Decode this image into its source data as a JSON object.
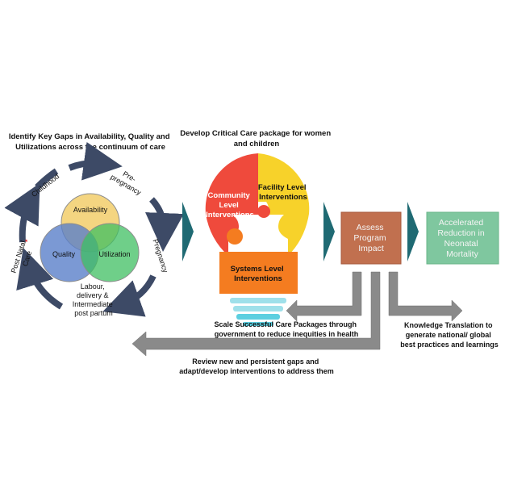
{
  "heading_gaps": [
    "Identify Key Gaps in Availability, Quality and",
    "Utilizations across the continuum of care"
  ],
  "heading_package": [
    "Develop Critical Care package for women",
    "and children"
  ],
  "cycle": {
    "childhood": "Childhood",
    "pre_pregnancy": [
      "Pre-",
      "pregnancy"
    ],
    "pregnancy": "Pregnancy",
    "labour": [
      "Labour,",
      "delivery &",
      "Intermediate",
      "post partum"
    ],
    "post_natal": [
      "Post Natal",
      "Care"
    ]
  },
  "venn": {
    "availability": "Availability",
    "quality": "Quality",
    "utilization": "Utilization"
  },
  "bulb": {
    "community": [
      "Community",
      "Level",
      "Interventions"
    ],
    "facility": [
      "Facility Level",
      "Interventions"
    ],
    "systems": [
      "Systems Level",
      "Interventions"
    ]
  },
  "assess_box": [
    "Assess",
    "Program",
    "Impact"
  ],
  "outcome_box": [
    "Accelerated",
    "Reduction in",
    "Neonatal",
    "Mortality"
  ],
  "scale_text": [
    "Scale Successful Care Packages through",
    "government to reduce inequities in health"
  ],
  "knowledge_text": [
    "Knowledge Translation to",
    "generate national/ global",
    "best practices and learnings"
  ],
  "review_text": [
    "Review new and persistent gaps and",
    "adapt/develop interventions to address them"
  ],
  "colors": {
    "cycle_arrow": "#3d4a66",
    "availability": "#f3d37a",
    "quality": "#5a7fc9",
    "utilization": "#3fbf62",
    "bulb_red": "#ef4a3c",
    "bulb_yellow": "#f7d22a",
    "bulb_orange": "#f47c20",
    "assess": "#c1704f",
    "outcome": "#7fc79f",
    "teal_chevron": "#1f6a73",
    "gray_arrow": "#8a8a8a"
  }
}
